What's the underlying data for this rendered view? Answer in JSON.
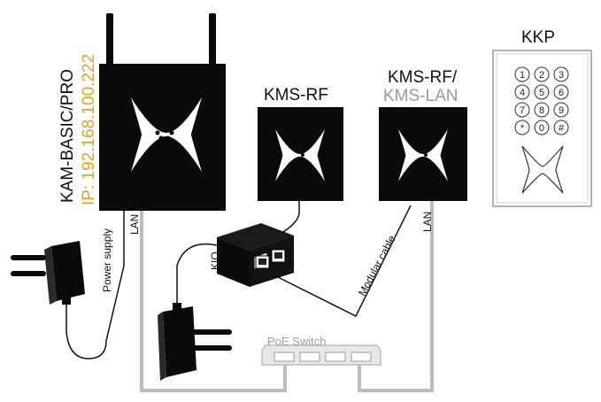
{
  "diagram": {
    "kam": {
      "title": "KAM-BASIC/PRO",
      "ip": "IP: 192.168.100.222"
    },
    "kms_rf": {
      "title": "KMS-RF"
    },
    "kms_rf_lan": {
      "title_line1": "KMS-RF/",
      "title_line2": "KMS-LAN"
    },
    "kkp": {
      "title": "KKP",
      "keys": [
        "1",
        "2",
        "3",
        "4",
        "5",
        "6",
        "7",
        "8",
        "9",
        "*",
        "0",
        "#"
      ]
    },
    "labels": {
      "power_supply": "Power supply",
      "lan_left": "LAN",
      "lan_right": "LAN",
      "kio": "KIO",
      "modular_cable": "Modular cable",
      "poe_switch": "PoE Switch"
    },
    "colors": {
      "ip_text": "#e8a21a",
      "device_body": "#0a0a0a",
      "cable_gray": "#bdbdbd",
      "secondary_text": "#9a9a9a"
    }
  }
}
